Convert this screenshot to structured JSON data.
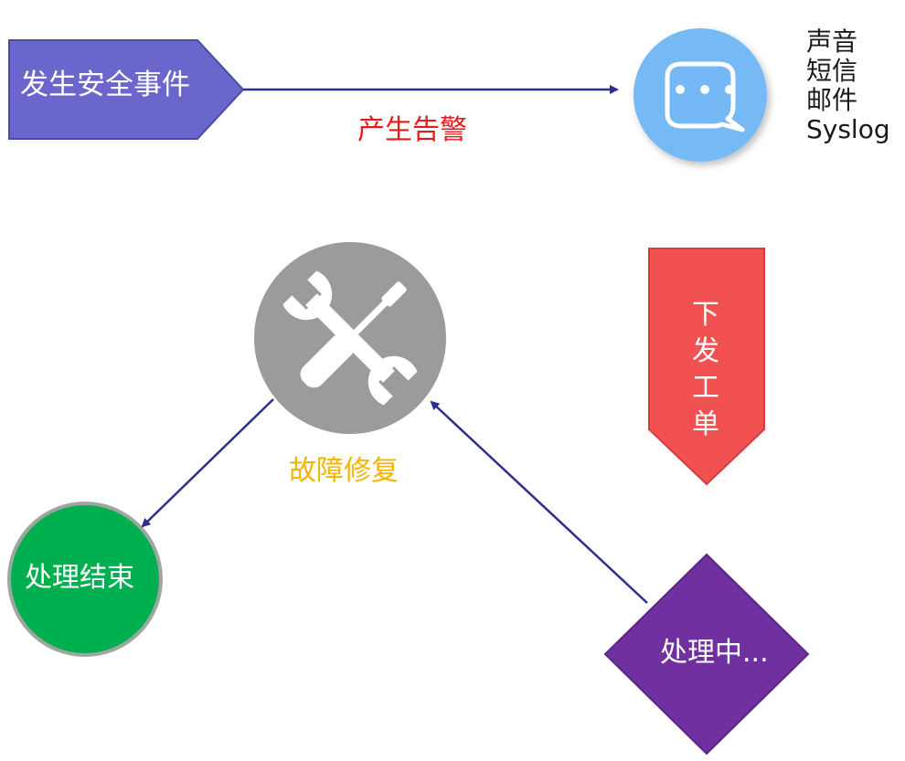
{
  "nodes": {
    "security_event": "发生安全事件",
    "alarm": "产生告警",
    "channels": [
      "声音",
      "短信",
      "邮件",
      "Syslog"
    ],
    "fault_repair": "故障修复",
    "issue_ticket": [
      "下",
      "发",
      "工",
      "单"
    ],
    "processing": "处理中...",
    "finished": "处理结束"
  },
  "colors": {
    "event_box": "#6a66cc",
    "event_border": "#4b4aa8",
    "arrow": "#2e2f8c",
    "alarm_text": "#e8191b",
    "chat_bubble": "#74b9f5",
    "repair_circle": "#9b9b9b",
    "repair_text": "#f5b400",
    "ticket_arrow": "#f25152",
    "processing_diamond": "#7030a0",
    "finished_circle": "#00b050"
  },
  "icons": {
    "message": "chat-bubble-icon",
    "repair": "tools-icon"
  }
}
